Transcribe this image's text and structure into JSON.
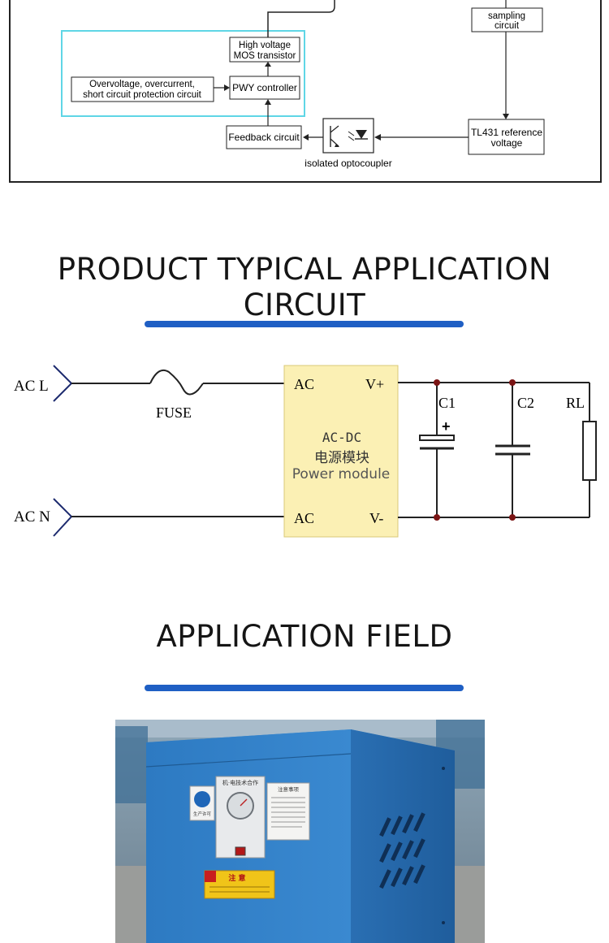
{
  "block_diagram": {
    "high_voltage_mos": [
      "High voltage",
      "MOS transistor"
    ],
    "protection": [
      "Overvoltage, overcurrent,",
      "short circuit protection circuit"
    ],
    "pwy_controller": "PWY controller",
    "feedback": "Feedback circuit",
    "optocoupler_caption": "isolated optocoupler",
    "sampling": [
      "sampling",
      "circuit"
    ],
    "tl431": [
      "TL431 reference",
      "voltage"
    ]
  },
  "section_titles": {
    "circuit": "PRODUCT TYPICAL APPLICATION CIRCUIT",
    "field": "APPLICATION FIELD"
  },
  "circuit": {
    "ac_l": "AC L",
    "ac_n": "AC N",
    "fuse": "FUSE",
    "module_ac_top": "AC",
    "module_ac_bottom": "AC",
    "v_plus": "V+",
    "v_minus": "V-",
    "module_line1": "AC-DC",
    "module_line2": "电源模块",
    "module_line3": "Power module",
    "c1": "C1",
    "c2": "C2",
    "rl": "RL",
    "plus_sign": "+"
  },
  "photo": {
    "panel_title": "机·电技术合作",
    "notice_title": "注意事项",
    "warning": "注 意",
    "seal_text": "生产许可"
  },
  "colors": {
    "accent_blue": "#1f5fc4",
    "module_fill": "#fbf0b4",
    "node_dot": "#7a1414",
    "highlight_box": "#5fd6e6",
    "machine_blue": "#2f7fc7"
  }
}
